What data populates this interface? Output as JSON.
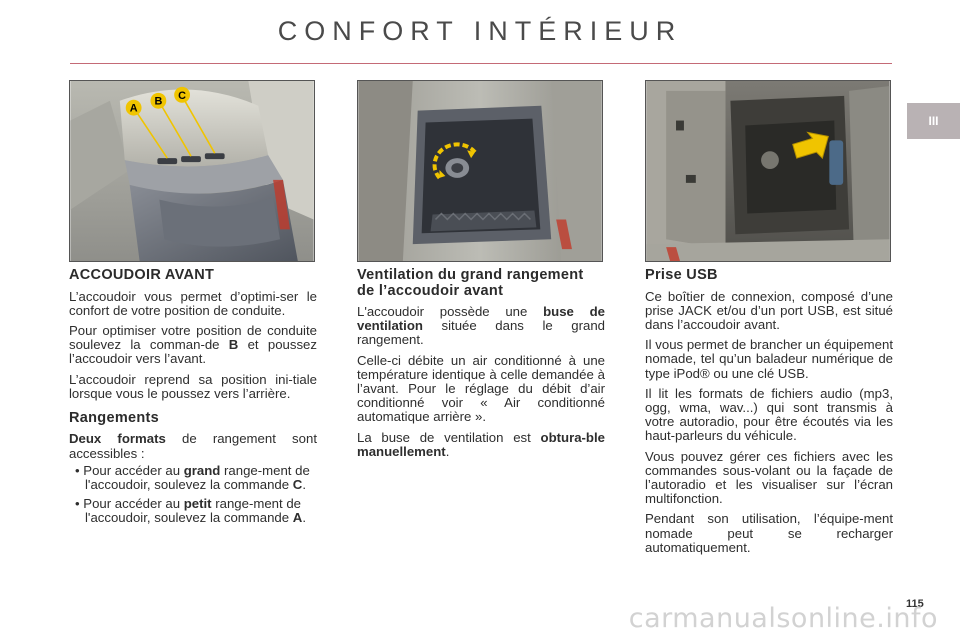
{
  "header": {
    "title": "CONFORT INTÉRIEUR",
    "chapter_tab": "III"
  },
  "figure1": {
    "callouts": [
      "A",
      "B",
      "C"
    ]
  },
  "col1": {
    "heading": "ACCOUDOIR AVANT",
    "p1": "L’accoudoir vous permet d’optimi-ser le confort de votre position de conduite.",
    "p2_a": "Pour optimiser votre position de conduite soulevez la comman-de ",
    "p2_b": "B",
    "p2_c": " et poussez l’accoudoir vers l’avant.",
    "p3": "L’accoudoir reprend sa position ini-tiale lorsque vous le poussez vers l’arrière.",
    "sub_heading": "Rangements",
    "p4_a": "Deux formats",
    "p4_b": " de rangement sont accessibles :",
    "li1_a": "• Pour accéder au ",
    "li1_b": "grand",
    "li1_c": " range-ment de l'accoudoir, soulevez la commande ",
    "li1_d": "C",
    "li1_e": ".",
    "li2_a": "• Pour accéder au ",
    "li2_b": "petit",
    "li2_c": " range-ment de l'accoudoir, soulevez la commande ",
    "li2_d": "A",
    "li2_e": "."
  },
  "col2": {
    "heading": "Ventilation du grand rangement de l’accoudoir avant",
    "p1_a": "L'accoudoir possède une ",
    "p1_b": "buse de ventilation",
    "p1_c": " située dans le grand rangement.",
    "p2": "Celle-ci débite un air conditionné à une température identique à celle demandée à l’avant. Pour le réglage du débit d’air conditionné voir « Air conditionné automatique arrière ».",
    "p3_a": "La buse de ventilation est ",
    "p3_b": "obtura-ble manuellement",
    "p3_c": "."
  },
  "col3": {
    "heading": "Prise USB",
    "p1": "Ce boîtier de connexion, composé d’une prise JACK et/ou d’un port USB, est situé dans l’accoudoir avant.",
    "p2": "Il vous permet de brancher un équipement nomade, tel qu’un baladeur numérique de type iPod® ou une clé USB.",
    "p3": "Il lit les formats de fichiers audio (mp3, ogg, wma, wav...) qui sont transmis à votre autoradio, pour être écoutés via les haut-parleurs du véhicule.",
    "p4": "Vous pouvez gérer ces fichiers avec les commandes sous-volant ou la façade de l’autoradio et les visualiser sur l’écran multifonction.",
    "p5": "Pendant son utilisation, l’équipe-ment nomade peut se recharger automatiquement."
  },
  "footer": {
    "page_number": "115",
    "watermark": "carmanualsonline.info"
  },
  "colors": {
    "accent_rule": "#c46a76",
    "tab_bg": "#b9b2b4",
    "callout_yellow": "#f0c400"
  }
}
